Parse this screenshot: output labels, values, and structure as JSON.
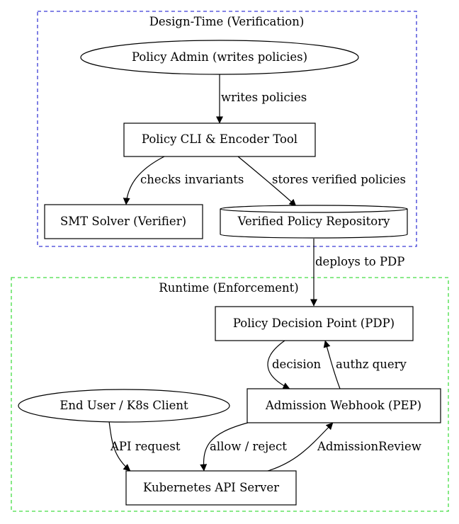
{
  "clusters": {
    "design_time": {
      "label": "Design-Time (Verification)",
      "color": "#3b3bd6"
    },
    "runtime": {
      "label": "Runtime (Enforcement)",
      "color": "#44dd44"
    }
  },
  "nodes": {
    "policy_admin": {
      "label": "Policy Admin (writes policies)",
      "shape": "ellipse"
    },
    "policy_cli": {
      "label": "Policy CLI & Encoder Tool",
      "shape": "box"
    },
    "smt_solver": {
      "label": "SMT Solver (Verifier)",
      "shape": "box"
    },
    "policy_repo": {
      "label": "Verified Policy Repository",
      "shape": "cylinder"
    },
    "pdp": {
      "label": "Policy Decision Point (PDP)",
      "shape": "box"
    },
    "webhook": {
      "label": "Admission Webhook (PEP)",
      "shape": "box"
    },
    "end_user": {
      "label": "End User / K8s Client",
      "shape": "ellipse"
    },
    "api_server": {
      "label": "Kubernetes API Server",
      "shape": "box"
    }
  },
  "edges": {
    "writes_policies": {
      "label": "writes policies",
      "from": "Policy Admin (writes policies)",
      "to": "Policy CLI & Encoder Tool"
    },
    "checks_invariants": {
      "label": "checks invariants",
      "from": "Policy CLI & Encoder Tool",
      "to": "SMT Solver (Verifier)"
    },
    "stores_verified": {
      "label": "stores verified policies",
      "from": "Policy CLI & Encoder Tool",
      "to": "Verified Policy Repository"
    },
    "deploys_to_pdp": {
      "label": "deploys to PDP",
      "from": "Verified Policy Repository",
      "to": "Policy Decision Point (PDP)"
    },
    "decision": {
      "label": "decision",
      "from": "Policy Decision Point (PDP)",
      "to": "Admission Webhook (PEP)"
    },
    "authz_query": {
      "label": "authz query",
      "from": "Admission Webhook (PEP)",
      "to": "Policy Decision Point (PDP)"
    },
    "api_request": {
      "label": "API request",
      "from": "End User / K8s Client",
      "to": "Kubernetes API Server"
    },
    "allow_reject": {
      "label": "allow / reject",
      "from": "Admission Webhook (PEP)",
      "to": "Kubernetes API Server"
    },
    "admission_review": {
      "label": "AdmissionReview",
      "from": "Kubernetes API Server",
      "to": "Admission Webhook (PEP)"
    }
  }
}
